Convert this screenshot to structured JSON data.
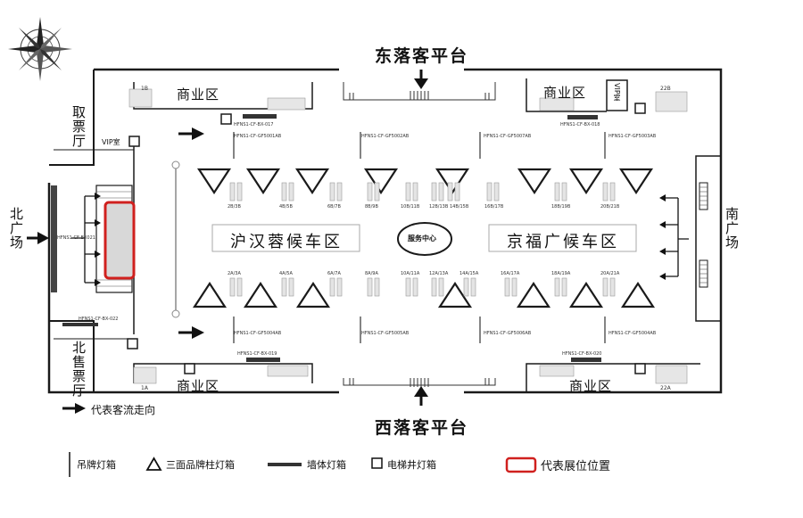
{
  "title": "",
  "platforms": {
    "east": "东落客平台",
    "west": "西落客平台"
  },
  "plazas": {
    "north": "北广场",
    "south": "南广场"
  },
  "commercial_label": "商业区",
  "halls": {
    "ticket_pickup": "取票厅",
    "north_ticket": "北售票厅"
  },
  "vip_labels": {
    "left": "VIP室",
    "right": "VIP室"
  },
  "waiting_areas": {
    "west": "沪汉蓉候车区",
    "east": "京福广候车区"
  },
  "service_center": "服务中心",
  "gate_numbers": {
    "top_left": "1B",
    "top_right": "22B",
    "bottom_left": "1A",
    "bottom_right": "22A"
  },
  "fixture_codes": [
    "HFNS1-CF-GF5001AB",
    "HFNS1-CF-GF5002AB",
    "HFNS1-CF-GF5007AB",
    "HFNS1-CF-GF5003AB",
    "HFNS1-CF-GF5004AB",
    "HFNS1-CF-GF5005AB",
    "HFNS1-CF-GF5006AB",
    "HFNS1-CF-GF5004AB"
  ],
  "wall_codes": {
    "top_left": "HFNS1-CF-BX-017",
    "top_right": "HFNS1-CF-BX-018",
    "bottom_left": "HFNS1-CF-BX-019",
    "bottom_right": "HFNS1-CF-BX-020",
    "left_side": "HFNS1-CF-BX-022",
    "left_wall": "HFNS1-CF-BX021"
  },
  "top_gates": [
    "2B/3B",
    "4B/5B",
    "6B/7B",
    "8B/9B",
    "10B/11B",
    "12B/13B",
    "14B/15B",
    "16B/17B",
    "18B/19B",
    "20B/21B"
  ],
  "bottom_gates": [
    "2A/3A",
    "4A/5A",
    "6A/7A",
    "8A/9A",
    "10A/11A",
    "12A/13A",
    "14A/15A",
    "16A/17A",
    "18A/19A",
    "20A/21A"
  ],
  "legend": {
    "flow": "代表客流走向",
    "hanging_sign": "吊牌灯箱",
    "triangle_column": "三面品牌柱灯箱",
    "wall_box": "墙体灯箱",
    "elevator_box": "电梯井灯箱",
    "booth": "代表展位位置"
  },
  "colors": {
    "booth_red": "#d0201e",
    "line": "#1a1a1a",
    "gray": "#8a8a8a"
  }
}
